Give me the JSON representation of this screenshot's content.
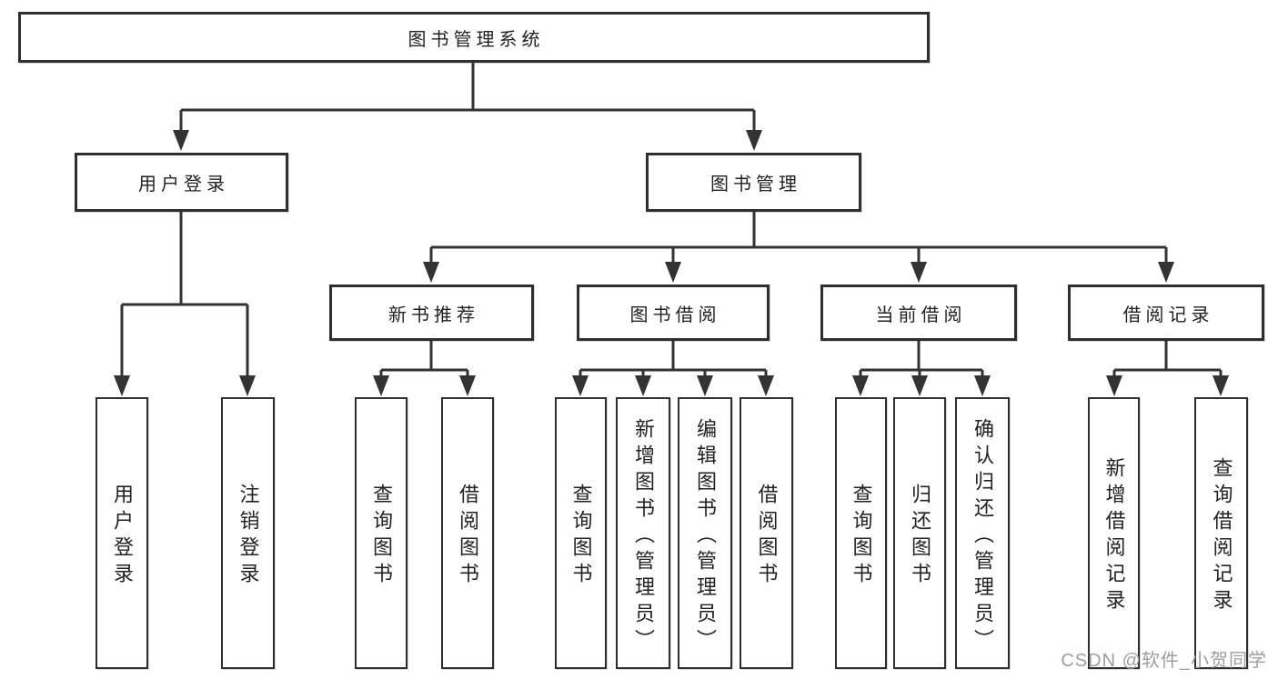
{
  "tree": {
    "label": "图书管理系统",
    "children": [
      {
        "label": "用户登录",
        "children": [
          {
            "label": "用户登录"
          },
          {
            "label": "注销登录"
          }
        ]
      },
      {
        "label": "图书管理",
        "children": [
          {
            "label": "新书推荐",
            "children": [
              {
                "label": "查询图书"
              },
              {
                "label": "借阅图书"
              }
            ]
          },
          {
            "label": "图书借阅",
            "children": [
              {
                "label": "查询图书"
              },
              {
                "label": "新增图书（管理员）"
              },
              {
                "label": "编辑图书（管理员）"
              },
              {
                "label": "借阅图书"
              }
            ]
          },
          {
            "label": "当前借阅",
            "children": [
              {
                "label": "查询图书"
              },
              {
                "label": "归还图书"
              },
              {
                "label": "确认归还（管理员）"
              }
            ]
          },
          {
            "label": "借阅记录",
            "children": [
              {
                "label": "新增借阅记录"
              },
              {
                "label": "查询借阅记录"
              }
            ]
          }
        ]
      }
    ]
  },
  "watermark": {
    "text": "CSDN @软件_小贺同学"
  },
  "colors": {
    "background": "#ffffff",
    "line": "#333333",
    "box_border": "#2f2f2f",
    "text": "#222222",
    "watermark": "#9e9e9e"
  }
}
